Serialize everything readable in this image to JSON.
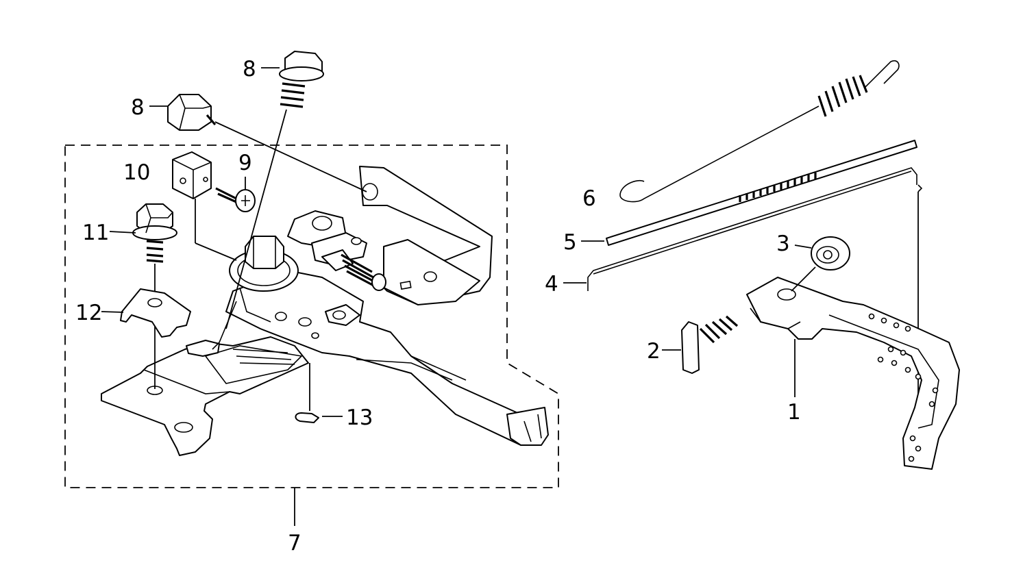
{
  "callouts": {
    "c1": "1",
    "c2": "2",
    "c3": "3",
    "c4": "4",
    "c5": "5",
    "c6": "6",
    "c7": "7",
    "c8a": "8",
    "c8b": "8",
    "c9": "9",
    "c10": "10",
    "c11": "11",
    "c12": "12",
    "c13": "13"
  }
}
